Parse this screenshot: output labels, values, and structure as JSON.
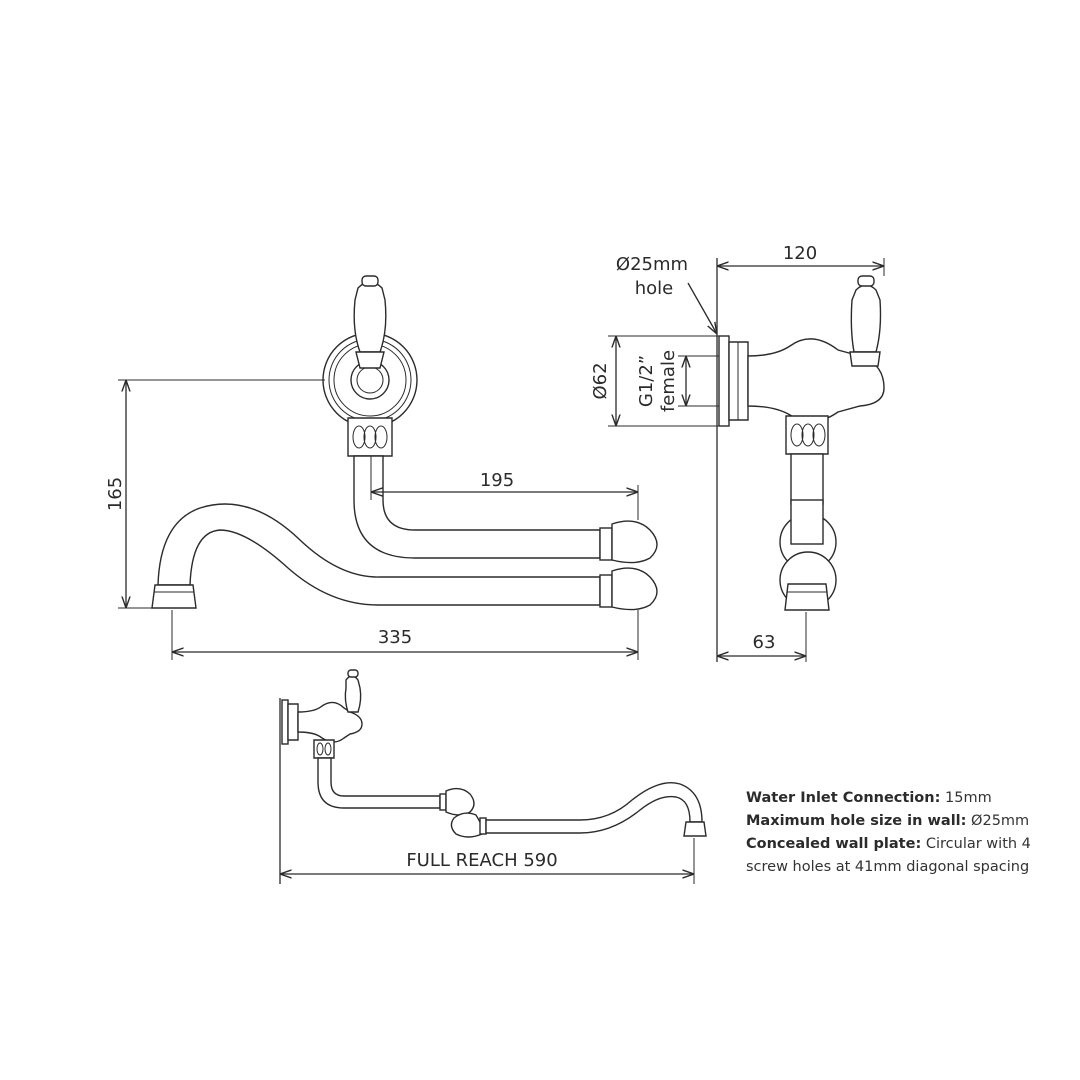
{
  "dimensions": {
    "front_height": "165",
    "front_outlet_reach": "195",
    "front_spout_reach": "335",
    "side_depth": "120",
    "side_projection": "63",
    "side_plate_diameter": "Ø62",
    "side_hole_line1": "Ø25mm",
    "side_hole_line2": "hole",
    "thread_line1": "G1/2”",
    "thread_line2": "female",
    "full_reach": "FULL REACH 590"
  },
  "specs": [
    {
      "label": "Water Inlet Connection:",
      "value": " 15mm"
    },
    {
      "label": "Maximum hole size in wall:",
      "value": " Ø25mm"
    },
    {
      "label": "Concealed wall plate:",
      "value": " Circular with 4"
    },
    {
      "label": "",
      "value": "screw holes at 41mm diagonal spacing"
    }
  ]
}
